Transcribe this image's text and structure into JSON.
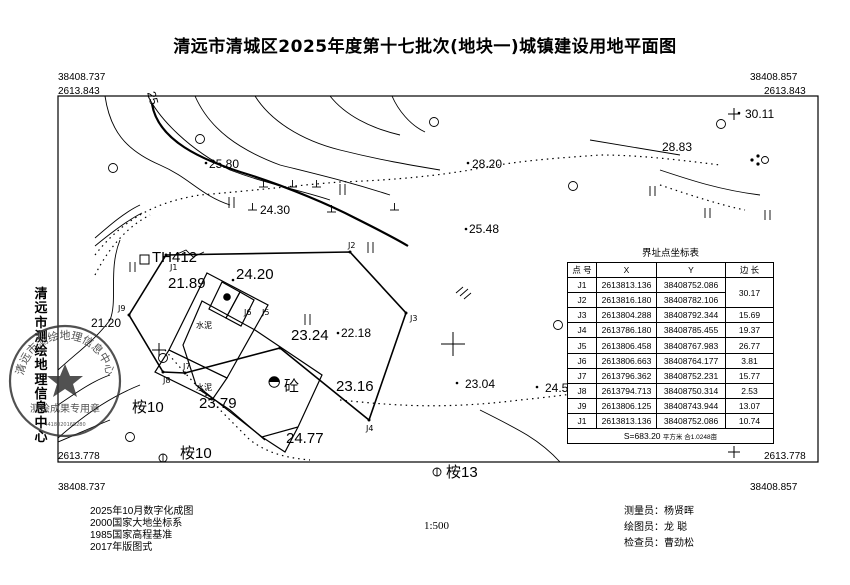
{
  "title": "清远市清城区2025年度第十七批次(地块一)城镇建设用地平面图",
  "frame": {
    "top_left_y": "38408.737",
    "top_left_x": "2613.843",
    "top_right_y": "38408.857",
    "top_right_x": "2613.843",
    "bottom_left_x": "2613.778",
    "bottom_left_y": "38408.737",
    "bottom_right_x": "2613.778",
    "bottom_right_y": "38408.857"
  },
  "unit_name": "清远市测绘地理信息中心",
  "seal": {
    "top_text": "清远市测绘地理信息中心",
    "bottom_text": "测绘成果专用章",
    "serial": "4418020165280"
  },
  "map_labels": {
    "contour_25": "25",
    "e25_80": "25.80",
    "e28_20": "28.20",
    "e30_11": "30.11",
    "e28_83": "28.83",
    "e24_30": "24.30",
    "e25_48": "25.48",
    "th412": "TH412",
    "e21_89": "21.89",
    "e24_20": "24.20",
    "e21_20": "21.20",
    "shuini1": "水泥",
    "shuini2": "水泥",
    "e23_24": "23.24",
    "e22_18": "22.18",
    "tong": "砼",
    "e23_16": "23.16",
    "e23_04": "23.04",
    "e24_50": "24.50",
    "e23_79": "23.79",
    "e24_77": "24.77",
    "an10a": "桉10",
    "an10b": "桉10",
    "an13": "桉13",
    "j1": "J1",
    "j2": "J2",
    "j3": "J3",
    "j4": "J4",
    "j5": "J5",
    "j6": "J6",
    "j7": "J7",
    "j8": "J8",
    "j9": "J9"
  },
  "coord_table": {
    "title": "界址点坐标表",
    "headers": [
      "点 号",
      "X",
      "Y",
      "边 长"
    ],
    "rows": [
      [
        "J1",
        "2613813.136",
        "38408752.086"
      ],
      [
        "J2",
        "2613816.180",
        "38408782.106"
      ],
      [
        "J3",
        "2613804.288",
        "38408792.344"
      ],
      [
        "J4",
        "2613786.180",
        "38408785.455"
      ],
      [
        "J5",
        "2613806.458",
        "38408767.983"
      ],
      [
        "J6",
        "2613806.663",
        "38408764.177"
      ],
      [
        "J7",
        "2613796.362",
        "38408752.231"
      ],
      [
        "J8",
        "2613794.713",
        "38408750.314"
      ],
      [
        "J9",
        "2613806.125",
        "38408743.944"
      ],
      [
        "J1",
        "2613813.136",
        "38408752.086"
      ]
    ],
    "edges": [
      "30.17",
      "15.69",
      "19.37",
      "26.77",
      "3.81",
      "15.77",
      "2.53",
      "13.07",
      "10.74"
    ],
    "area_value": "S=683.20",
    "area_unit": "平方米 合1.0248亩"
  },
  "footer_left": [
    "2025年10月数字化成图",
    "2000国家大地坐标系",
    "1985国家高程基准",
    "2017年版图式"
  ],
  "scale": "1:500",
  "footer_right": [
    "测量员：杨贤晖",
    "绘图员：龙 聪",
    "检查员：曹劲松"
  ]
}
